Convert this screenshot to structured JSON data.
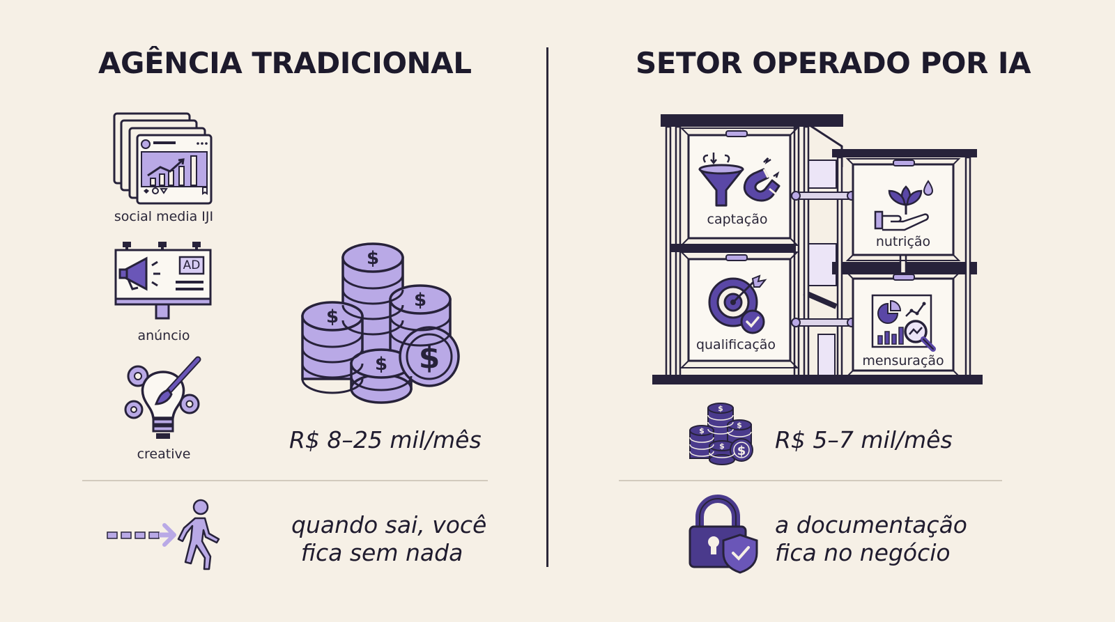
{
  "colors": {
    "ink": "#27223a",
    "purple": "#b9a9e6",
    "purple_dark": "#4a3a8c",
    "background": "#f6f0e6"
  },
  "left": {
    "heading": "AGÊNCIA TRADICIONAL",
    "services": [
      {
        "icon": "social-media-posts-icon",
        "label": "social media IJI"
      },
      {
        "icon": "billboard-megaphone-icon",
        "label": "anúncio",
        "badge": "AD"
      },
      {
        "icon": "creative-lightbulb-icon",
        "label": "creative"
      }
    ],
    "price": "R$ 8–25 mil/mês",
    "note_lines": [
      "quando sai, você",
      "fica sem nada"
    ]
  },
  "right": {
    "heading": "SETOR OPERADO POR IA",
    "modules": [
      {
        "icon": "funnel-magnet-icon",
        "label": "captação"
      },
      {
        "icon": "plant-hand-icon",
        "label": "nutrição"
      },
      {
        "icon": "target-check-icon",
        "label": "qualificação"
      },
      {
        "icon": "analytics-magnifier-icon",
        "label": "mensuração"
      }
    ],
    "price": "R$ 5–7 mil/mês",
    "note_lines": [
      "a documentação",
      "fica no negócio"
    ]
  }
}
